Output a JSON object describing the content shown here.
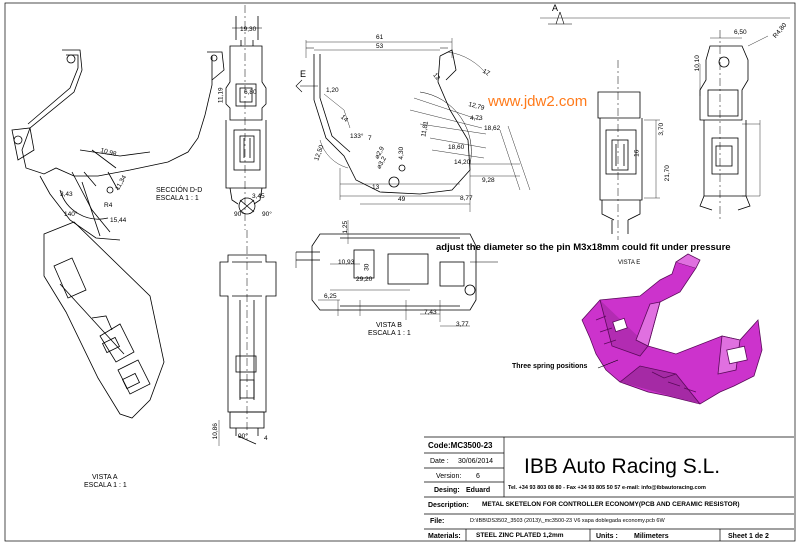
{
  "watermark": "www.jdw2.com",
  "section_labels": {
    "seccion_title": "SECCIÓN D-D",
    "seccion_scale": "ESCALA 1 : 1",
    "vista_b_title": "VISTA B",
    "vista_b_scale": "ESCALA 1 : 1",
    "vista_a_title": "VISTA A",
    "vista_a_scale": "ESCALA 1 : 1",
    "vista_e_title": "VISTA E",
    "letter_a": "A",
    "letter_e": "E"
  },
  "notes": {
    "pin_note": "adjust the diameter so the pin M3x18mm could fit under pressure",
    "spring_note": "Three spring positions"
  },
  "dimensions": {
    "d_61": "61",
    "d_53": "53",
    "d_1930": "19,30",
    "d_1119": "11,19",
    "d_680": "6,80",
    "d_120": "1,20",
    "d_14": "14",
    "d_12": "12",
    "d_17": "17",
    "d_1279": "12,79",
    "d_473": "4,73",
    "d_1862": "18,62",
    "d_1250": "12,50",
    "d_1181": "11,81",
    "d_133": "133°",
    "d_7": "7",
    "d_430": "4,30",
    "d_phi29": "⌀2,9",
    "d_phi32": "⌀3,2",
    "d_1860": "18,60",
    "d_1420": "14,20",
    "d_928": "9,28",
    "d_13": "13",
    "d_49": "49",
    "d_877": "8,77",
    "d_1098": "10,98",
    "d_343": "3,43",
    "d_r4": "R4",
    "d_140": "140°",
    "d_1134": "11,34",
    "d_1544": "15,44",
    "d_345": "3,45",
    "d_90a": "90°",
    "d_90b": "90°",
    "d_125": "1,25",
    "d_1093": "10,93",
    "d_30": "30",
    "d_2920": "29,20",
    "d_625": "6,25",
    "d_743": "7,43",
    "d_377": "3,77",
    "d_650": "6,50",
    "d_r480": "R4,80",
    "d_1010": "10,10",
    "d_370": "3,70",
    "d_2170": "21,70",
    "d_16": "16",
    "d_1086": "10,86",
    "d_90c": "90°",
    "d_4": "4"
  },
  "title_block": {
    "code": "Code:MC3500-23",
    "date_label": "Date :",
    "date_value": "30/06/2014",
    "version_label": "Version:",
    "version_value": "6",
    "design_label": "Desing:",
    "design_value": "Eduard",
    "company": "IBB Auto Racing S.L.",
    "contact": "Tel. +34 93 803 08 80 -  Fax +34 93 805 50 57 e-mail: info@ibbautoracing.com",
    "description_label": "Description:",
    "description_value": "METAL SKETELON FOR CONTROLLER ECONOMY(PCB AND CERAMIC RESISTOR)",
    "file_label": "File:",
    "file_value": "D:\\IBB\\DS3502_3503 (2013)\\_mc3500-23 V6 xapa doblegada economy.pcb 6W",
    "materials_label": "Materials:",
    "materials_value": "STEEL ZINC PLATED 1,2mm",
    "units_label": "Units :",
    "units_value": "Milimeters",
    "sheet": "Sheet 1 de 2"
  },
  "colors": {
    "line": "#000000",
    "iso_fill": "#cc33cc",
    "iso_stroke": "#5a0a5a",
    "watermark": "#ff7a1a"
  }
}
